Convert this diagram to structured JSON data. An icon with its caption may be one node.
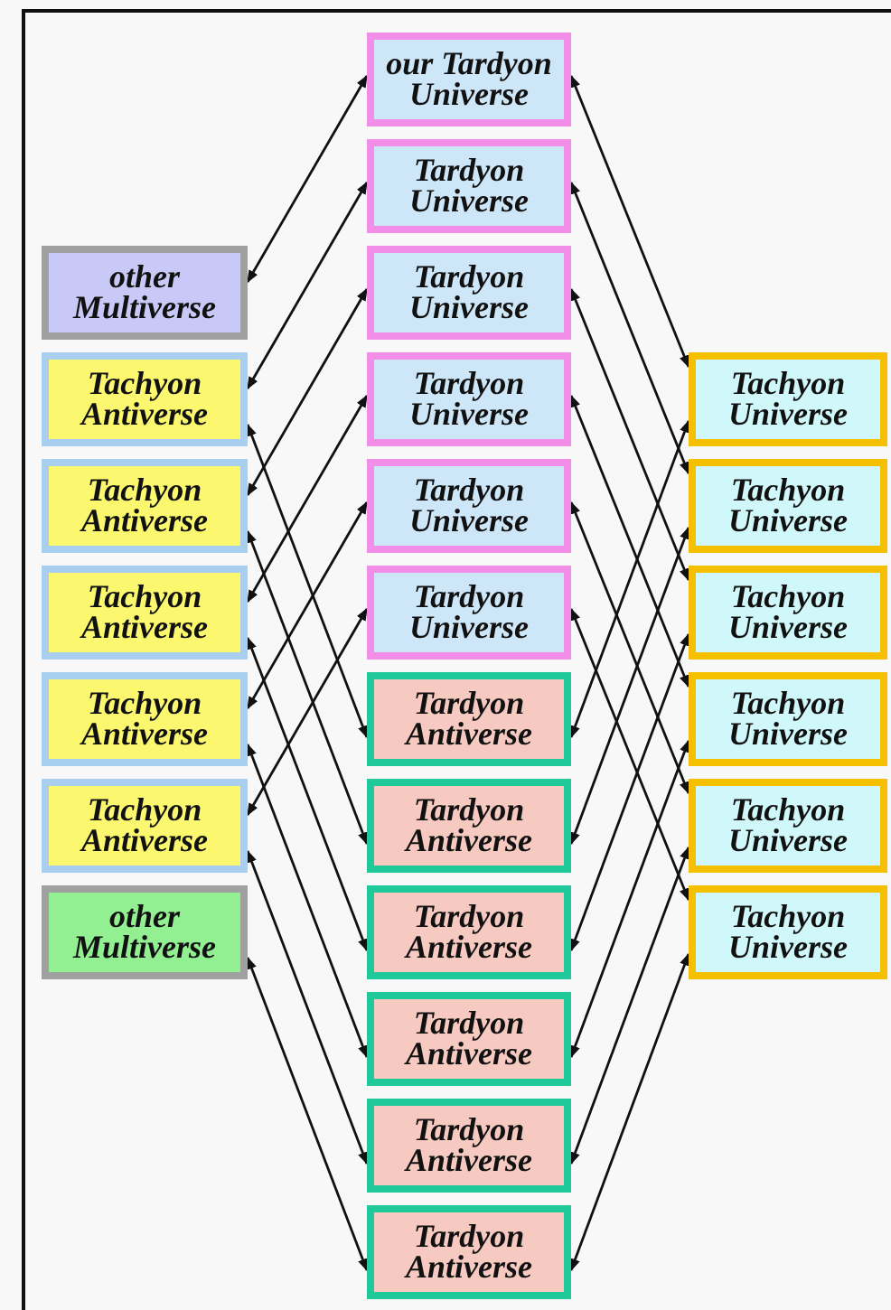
{
  "diagram": {
    "nodes": [
      {
        "text": [
          "our Tardyon Universe"
        ]
      },
      {
        "text": [
          "Tardyon Universe"
        ]
      },
      {
        "text": [
          "Tardyon Universe"
        ]
      },
      {
        "text": [
          "Tardyon Universe"
        ]
      },
      {
        "text": [
          "Tardyon Universe"
        ]
      },
      {
        "text": [
          "Tardyon Universe"
        ]
      },
      {
        "text": [
          "Tardyon Antiverse"
        ]
      },
      {
        "text": [
          "Tardyon Antiverse"
        ]
      },
      {
        "text": [
          "Tardyon Antiverse"
        ]
      },
      {
        "text": [
          "Tardyon Antiverse"
        ]
      },
      {
        "text": [
          "Tardyon Antiverse"
        ]
      },
      {
        "text": [
          "Tardyon Antiverse"
        ]
      },
      {
        "text": [
          "other Multiverse"
        ]
      },
      {
        "text": [
          "Tachyon Antiverse"
        ]
      },
      {
        "text": [
          "Tachyon Antiverse"
        ]
      },
      {
        "text": [
          "Tachyon Antiverse"
        ]
      },
      {
        "text": [
          "Tachyon Antiverse"
        ]
      },
      {
        "text": [
          "Tachyon Antiverse"
        ]
      },
      {
        "text": [
          "other Multiverse"
        ]
      },
      {
        "text": [
          "Tachyon Universe"
        ]
      },
      {
        "text": [
          "Tachyon Universe"
        ]
      },
      {
        "text": [
          "Tachyon Universe"
        ]
      },
      {
        "text": [
          "Tachyon Universe"
        ]
      },
      {
        "text": [
          "Tachyon Universe"
        ]
      },
      {
        "text": [
          "Tachyon Universe"
        ]
      }
    ],
    "edges": [
      {
        "from": 12,
        "to": 0,
        "arrow": "both"
      },
      {
        "from": 13,
        "to": 1,
        "arrow": "both"
      },
      {
        "from": 14,
        "to": 2,
        "arrow": "both"
      },
      {
        "from": 15,
        "to": 3,
        "arrow": "both"
      },
      {
        "from": 16,
        "to": 4,
        "arrow": "both"
      },
      {
        "from": 17,
        "to": 5,
        "arrow": "both"
      },
      {
        "from": 13,
        "to": 6,
        "arrow": "both"
      },
      {
        "from": 14,
        "to": 7,
        "arrow": "both"
      },
      {
        "from": 15,
        "to": 8,
        "arrow": "both"
      },
      {
        "from": 16,
        "to": 9,
        "arrow": "both"
      },
      {
        "from": 17,
        "to": 10,
        "arrow": "both"
      },
      {
        "from": 18,
        "to": 11,
        "arrow": "both"
      },
      {
        "from": 19,
        "to": 0,
        "arrow": "both"
      },
      {
        "from": 20,
        "to": 1,
        "arrow": "both"
      },
      {
        "from": 21,
        "to": 2,
        "arrow": "both"
      },
      {
        "from": 22,
        "to": 3,
        "arrow": "both"
      },
      {
        "from": 23,
        "to": 4,
        "arrow": "both"
      },
      {
        "from": 24,
        "to": 5,
        "arrow": "both"
      },
      {
        "from": 19,
        "to": 6,
        "arrow": "both"
      },
      {
        "from": 20,
        "to": 7,
        "arrow": "both"
      },
      {
        "from": 21,
        "to": 8,
        "arrow": "both"
      },
      {
        "from": 22,
        "to": 9,
        "arrow": "both"
      },
      {
        "from": 23,
        "to": 10,
        "arrow": "both"
      },
      {
        "from": 24,
        "to": 11,
        "arrow": "both"
      }
    ]
  }
}
